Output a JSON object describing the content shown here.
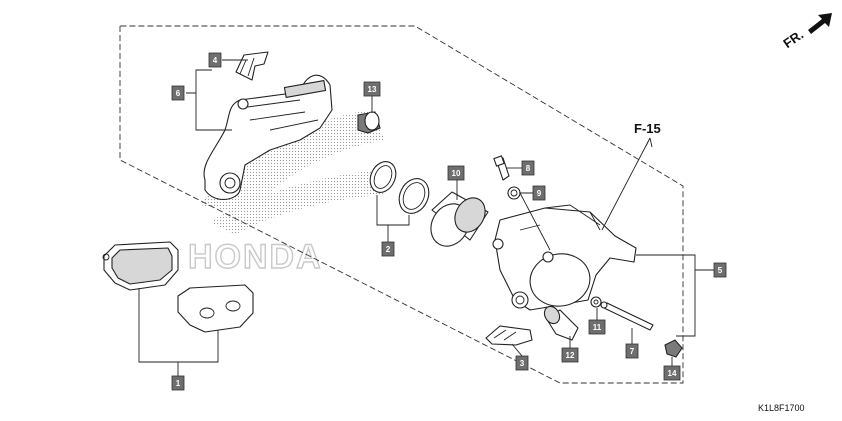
{
  "direction": {
    "label": "FR."
  },
  "reference": {
    "label": "F-15"
  },
  "diagram_code": "K1L8F1700",
  "watermark": {
    "text": "HONDA"
  },
  "callouts": [
    {
      "id": "c1",
      "label": "1"
    },
    {
      "id": "c2",
      "label": "2"
    },
    {
      "id": "c3",
      "label": "3"
    },
    {
      "id": "c4",
      "label": "4"
    },
    {
      "id": "c5",
      "label": "5"
    },
    {
      "id": "c6",
      "label": "6"
    },
    {
      "id": "c7",
      "label": "7"
    },
    {
      "id": "c8",
      "label": "8"
    },
    {
      "id": "c9",
      "label": "9"
    },
    {
      "id": "c10",
      "label": "10"
    },
    {
      "id": "c11",
      "label": "11"
    },
    {
      "id": "c12",
      "label": "12"
    },
    {
      "id": "c13",
      "label": "13"
    },
    {
      "id": "c14",
      "label": "14"
    }
  ]
}
